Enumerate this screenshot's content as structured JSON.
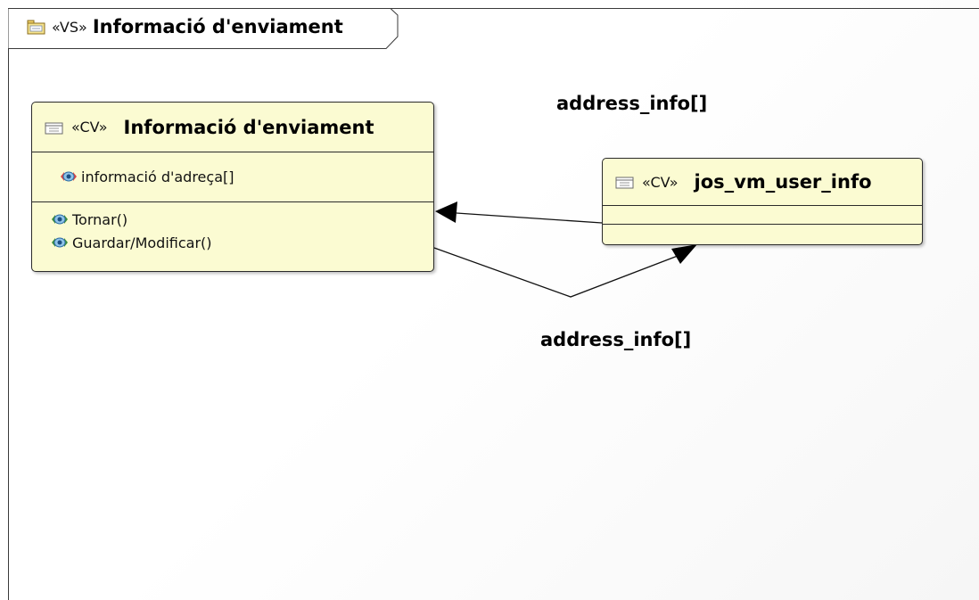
{
  "frame": {
    "stereotype": "«VS»",
    "title": "Informació d'enviament"
  },
  "classes": {
    "informacio": {
      "stereotype": "«CV»",
      "name": "Informació d'enviament",
      "attributes": [
        "informació d'adreça[]"
      ],
      "operations": [
        "Tornar()",
        "Guardar/Modificar()"
      ]
    },
    "jos": {
      "stereotype": "«CV»",
      "name": "jos_vm_user_info"
    }
  },
  "associations": {
    "top_label": "address_info[]",
    "bottom_label": "address_info[]"
  },
  "colors": {
    "class_fill": "#fbfbd2",
    "stroke": "#2b2b2b"
  },
  "icons": {
    "frame": "package-diagram-icon",
    "class": "class-icon",
    "member": "member-eye-icon"
  }
}
